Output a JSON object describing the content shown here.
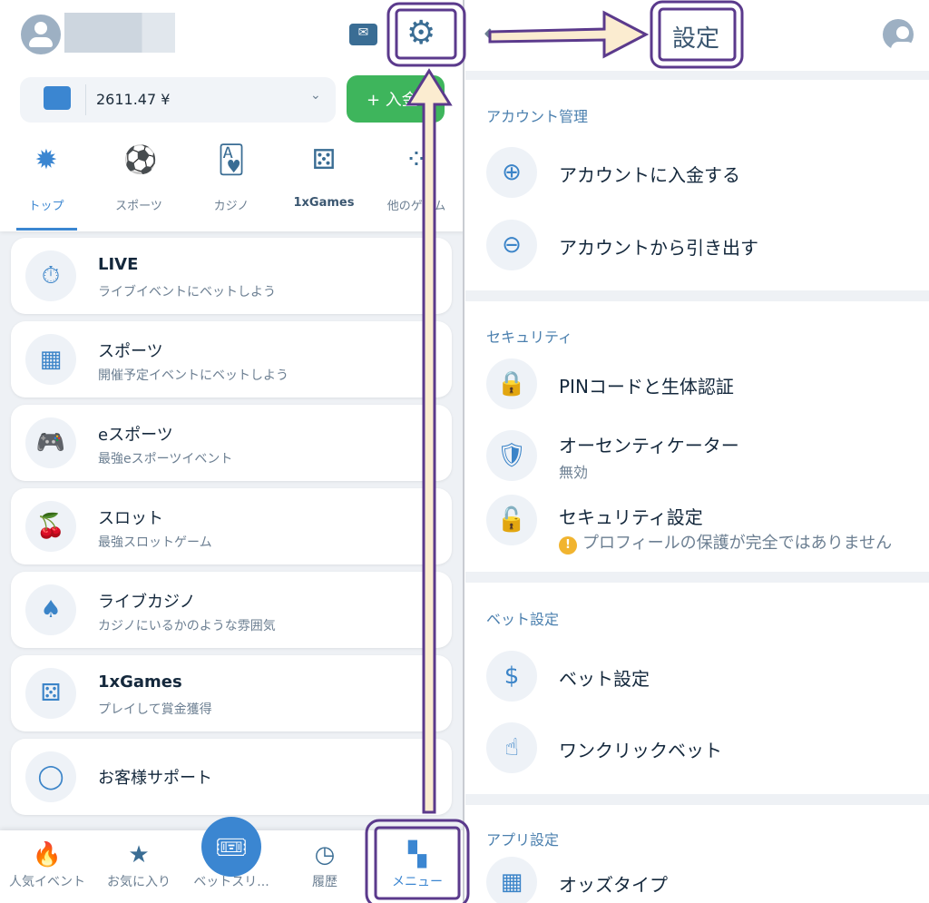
{
  "left": {
    "balance": "2611.47 ¥",
    "deposit_label": "+ 入金",
    "categories": [
      {
        "label": "トップ",
        "icon": "star-badge-icon"
      },
      {
        "label": "スポーツ",
        "icon": "soccer-ball-icon"
      },
      {
        "label": "カジノ",
        "icon": "cards-icon"
      },
      {
        "label": "1xGames",
        "icon": "dice-icon"
      },
      {
        "label": "他のゲーム",
        "icon": "dots-icon"
      }
    ],
    "cards": [
      {
        "title": "LIVE",
        "subtitle": "ライブイベントにベットしよう",
        "icon": "stopwatch-icon"
      },
      {
        "title": "スポーツ",
        "subtitle": "開催予定イベントにベットしよう",
        "icon": "calendar-icon"
      },
      {
        "title": "eスポーツ",
        "subtitle": "最強eスポーツイベント",
        "icon": "gamepad-icon"
      },
      {
        "title": "スロット",
        "subtitle": "最強スロットゲーム",
        "icon": "cherry-icon"
      },
      {
        "title": "ライブカジノ",
        "subtitle": "カジノにいるかのような雰囲気",
        "icon": "spade-icon"
      },
      {
        "title": "1xGames",
        "subtitle": "プレイして賞金獲得",
        "icon": "dice-icon"
      },
      {
        "title": "お客様サポート",
        "subtitle": "",
        "icon": "support-icon"
      }
    ],
    "nav": [
      {
        "label": "人気イベント",
        "icon": "flame-icon"
      },
      {
        "label": "お気に入り",
        "icon": "star-icon"
      },
      {
        "label": "ベットスリ...",
        "icon": "ticket-icon"
      },
      {
        "label": "履歴",
        "icon": "clock-icon"
      },
      {
        "label": "メニュー",
        "icon": "grid-icon"
      }
    ]
  },
  "right": {
    "title": "設定",
    "sections": [
      {
        "header": "アカウント管理",
        "items": [
          {
            "title": "アカウントに入金する"
          },
          {
            "title": "アカウントから引き出す"
          }
        ]
      },
      {
        "header": "セキュリティ",
        "items": [
          {
            "title": "PINコードと生体認証"
          },
          {
            "title": "オーセンティケーター",
            "subtitle": "無効"
          },
          {
            "title": "セキュリティ設定",
            "subtitle": "プロフィールの保護が完全ではありません"
          }
        ]
      },
      {
        "header": "ベット設定",
        "items": [
          {
            "title": "ベット設定"
          },
          {
            "title": "ワンクリックベット"
          }
        ]
      },
      {
        "header": "アプリ設定",
        "items": [
          {
            "title": "オッズタイプ"
          }
        ]
      }
    ]
  },
  "colors": {
    "accent": "#3b86d1",
    "green": "#3eb55c",
    "annotation": "#5b3a8c",
    "annotation_fill": "#fbecd0",
    "warning": "#f1b42f"
  }
}
